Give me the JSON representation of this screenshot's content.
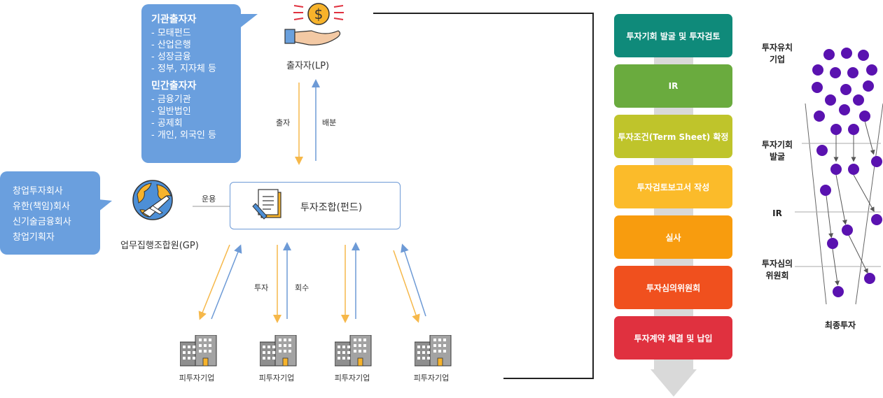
{
  "lp_bubble": {
    "institutional_title": "기관출자자",
    "institutional_items": [
      "- 모태펀드",
      "- 산업은행",
      "- 성장금융",
      "- 정부, 지자체 등"
    ],
    "private_title": "민간출자자",
    "private_items": [
      "- 금융기관",
      "- 일반법인",
      "- 공제회",
      "- 개인, 외국인 등"
    ]
  },
  "gp_bubble": {
    "items": [
      "창업투자회사",
      "유한(책임)회사",
      "신기술금융회사",
      "창업기획자"
    ]
  },
  "nodes": {
    "lp_label": "출자자(LP)",
    "gp_label": "업무집행조합원(GP)",
    "fund_label": "투자조합(펀드)",
    "company_label": "피투자기업"
  },
  "flows": {
    "contribution": "출자",
    "distribution": "배분",
    "operation": "운용",
    "investment": "투자",
    "recovery": "회수"
  },
  "stages": [
    {
      "label": "투자기회 발굴 및 투자검토",
      "color": "#0f8a7a"
    },
    {
      "label": "IR",
      "color": "#6aab3e"
    },
    {
      "label": "투자조건(Term Sheet) 확정",
      "color": "#bfc42b"
    },
    {
      "label": "투자검토보고서 작성",
      "color": "#fbbb2a"
    },
    {
      "label": "실사",
      "color": "#f89c0e"
    },
    {
      "label": "투자심의위원회",
      "color": "#f0501e"
    },
    {
      "label": "투자계약 체결 및 납입",
      "color": "#e0313f"
    }
  ],
  "funnel": {
    "labels": [
      "투자유치\n기업",
      "투자기회\n발굴",
      "IR",
      "투자심의\n위원회",
      "최종투자"
    ],
    "dot_color": "#5a12b0"
  },
  "colors": {
    "bubble": "#6a9fde",
    "arrow_orange": "#f6b84a",
    "arrow_blue": "#6d9ad6"
  }
}
